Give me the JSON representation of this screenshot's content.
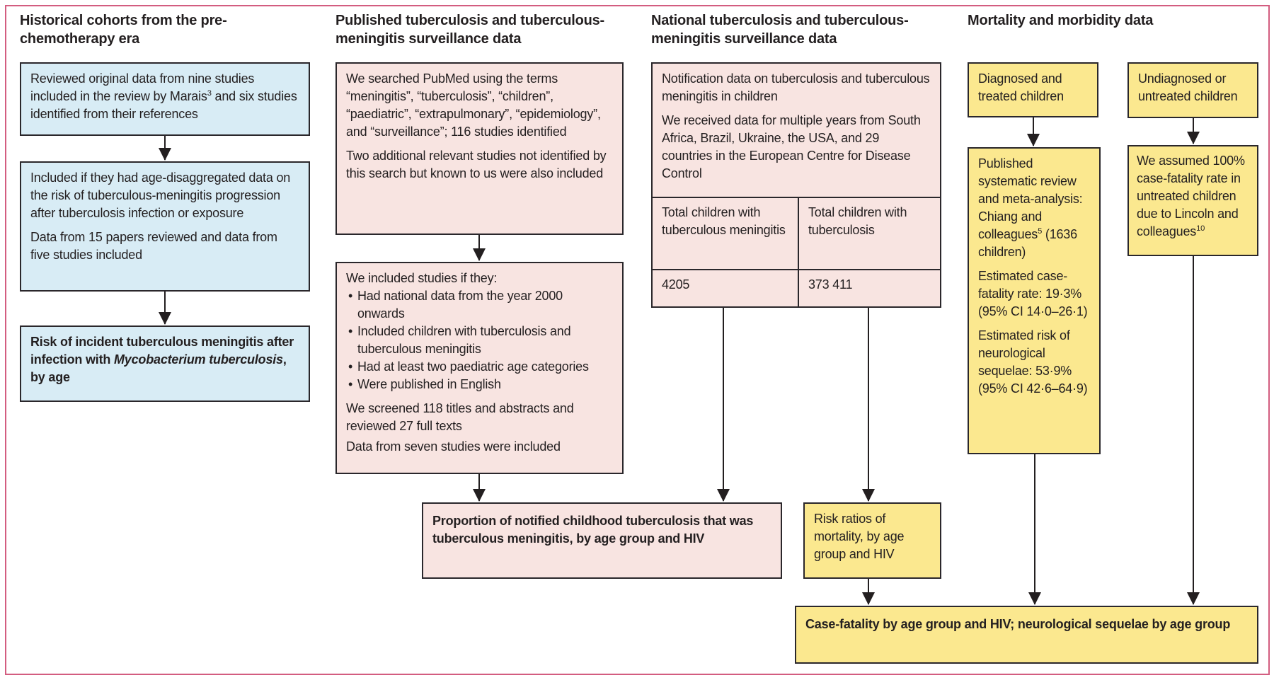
{
  "figure": {
    "type": "study-flow-diagram",
    "colors": {
      "outer_border": "#d35d80",
      "box_border": "#2a272b",
      "blue_fill": "#d8ecf5",
      "pink_fill": "#f8e4e1",
      "yellow_fill": "#fbe88f",
      "text": "#231f20"
    }
  },
  "columns": {
    "historical": {
      "header": "Historical cohorts from the pre-chemotherapy era",
      "box1_runs": [
        {
          "t": "Reviewed original data from nine studies included in the review by Marais"
        },
        {
          "t": "3",
          "sup": true
        },
        {
          "t": " and six studies identified from their references"
        }
      ],
      "box2_p1": "Included if they had age-disaggregated data on the risk of tuberculous-meningitis progression after tuberculosis infection or exposure",
      "box2_p2": "Data from 15 papers reviewed and data from five studies included",
      "box3_runs": [
        {
          "t": "Risk of incident tuberculous meningitis after infection with "
        },
        {
          "t": "Mycobacterium tuberculosis",
          "i": true
        },
        {
          "t": ", by age"
        }
      ]
    },
    "published": {
      "header": "Published tuberculosis and tuberculous-meningitis surveillance data",
      "box1_p1": "We searched PubMed using the terms “meningitis”, “tuberculosis”, “children”, “paediatric”, “extrapulmonary”, “epidemiology”, and “surveillance”; 116 studies identified",
      "box1_p2": "Two additional relevant studies not identified by this search but known to us were also included",
      "box2_intro": "We included studies if they:",
      "box2_bullets": [
        "Had national data from the year 2000 onwards",
        "Included children with tuberculosis and tuberculous meningitis",
        "Had at least two paediatric age categories",
        "Were published in English"
      ],
      "box2_p2": "We screened 118 titles and abstracts and reviewed 27 full texts",
      "box2_p3": "Data from seven studies were included",
      "outcome": "Proportion of notified childhood tuberculosis that was tuberculous meningitis, by age group and HIV"
    },
    "national": {
      "header": "National tuberculosis and tuberculous-meningitis surveillance data",
      "box_p1": "Notification data on tuberculosis and tuberculous meningitis in children",
      "box_p2": "We received data for multiple years from South Africa, Brazil, Ukraine, the USA, and 29 countries in the European Centre for Disease Control",
      "table": {
        "col1_header": "Total children with tuberculous meningitis",
        "col2_header": "Total children with tuberculosis",
        "col1_value": "4205",
        "col2_value": "373 411"
      },
      "outcome": "Risk ratios of mortality, by age group and HIV"
    },
    "mortality": {
      "header": "Mortality and morbidity data",
      "diagnosed": "Diagnosed and treated children",
      "undiagnosed": "Undiagnosed or untreated children",
      "chiang_p1_runs": [
        {
          "t": "Published systematic review and meta-analysis: Chiang and colleagues"
        },
        {
          "t": "5",
          "sup": true
        },
        {
          "t": " (1636 children)"
        }
      ],
      "chiang_p2": "Estimated case-fatality rate: 19·3% (95% CI 14·0–26·1)",
      "chiang_p3": "Estimated risk of neurological sequelae: 53·9% (95% CI 42·6–64·9)",
      "assumed_runs": [
        {
          "t": "We assumed 100% case-fatality rate in untreated children due to Lincoln and colleagues"
        },
        {
          "t": "10",
          "sup": true
        }
      ],
      "outcome": "Case-fatality by age group and HIV; neurological sequelae by age group"
    }
  }
}
